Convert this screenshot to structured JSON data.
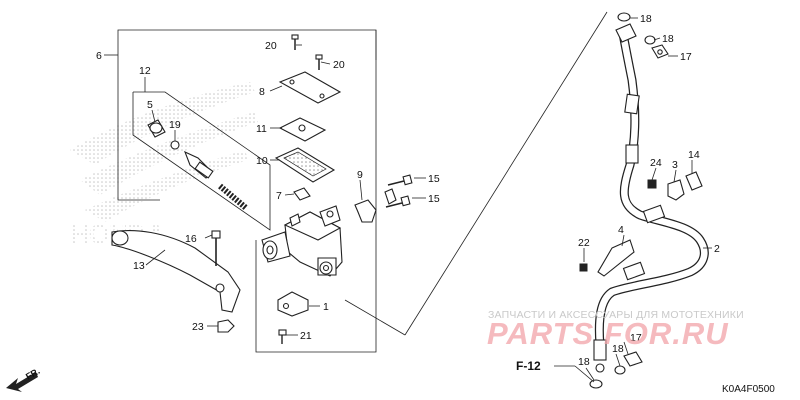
{
  "diagram_code": "K0A4F0500",
  "reference": "F-12",
  "direction_label": "FR.",
  "watermark": {
    "brand": "PARTS FOR.RU",
    "tagline": "ЗАПЧАСТИ И АКСЕССУАРЫ ДЛЯ МОТОТЕХНИКИ",
    "logo_text": "HONDA"
  },
  "callouts": {
    "n1": "1",
    "n2": "2",
    "n3": "3",
    "n4": "4",
    "n5": "5",
    "n6": "6",
    "n7": "7",
    "n8": "8",
    "n9": "9",
    "n10": "10",
    "n11": "11",
    "n12": "12",
    "n13": "13",
    "n14": "14",
    "n15a": "15",
    "n15b": "15",
    "n16": "16",
    "n17a": "17",
    "n17b": "17",
    "n18a": "18",
    "n18b": "18",
    "n18c": "18",
    "n18d": "18",
    "n19": "19",
    "n20a": "20",
    "n20b": "20",
    "n21": "21",
    "n22": "22",
    "n23": "23",
    "n24": "24"
  },
  "colors": {
    "line": "#222222",
    "watermark_red": "#f2a3a8",
    "watermark_gray": "#c9c9c9"
  }
}
